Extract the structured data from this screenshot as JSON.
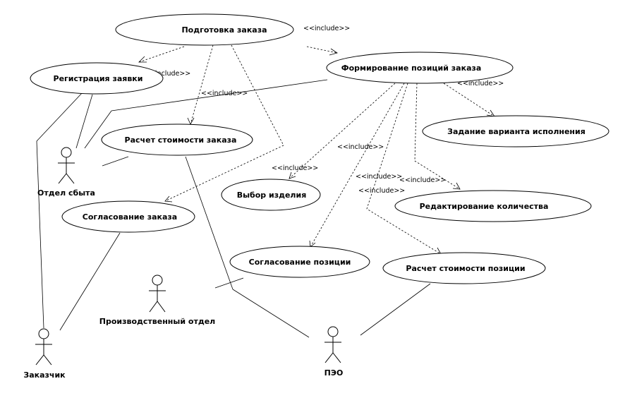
{
  "use_cases": {
    "prep_order": "Подготовка заказа",
    "register_request": "Регистрация заявки",
    "form_positions": "Формирование позиций заказа",
    "calc_order_cost": "Расчет стоимости заказа",
    "set_variant": "Задание варианта исполнения",
    "choose_product": "Выбор изделия",
    "edit_quantity": "Редактирование количества",
    "approve_order": "Согласование заказа",
    "approve_position": "Согласование позиции",
    "calc_position_cost": "Расчет стоимости позиции"
  },
  "actors": {
    "sales": "Отдел сбыта",
    "production": "Производственный отдел",
    "customer": "Заказчик",
    "peo": "ПЭО"
  },
  "include_label": "<<include>>"
}
